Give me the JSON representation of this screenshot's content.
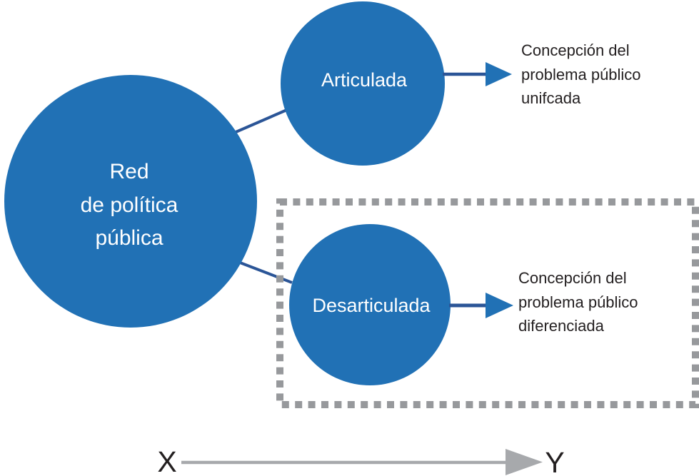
{
  "colors": {
    "node_fill": "#2171B5",
    "node_text": "#FFFFFF",
    "connector": "#2B5597",
    "arrow_head": "#2171B5",
    "dashed_border": "#97999C",
    "axis_gray": "#A7A9AC",
    "label_text": "#231F20"
  },
  "network_node": {
    "lines": [
      "Red",
      "de política",
      "pública"
    ]
  },
  "articulated_branch": {
    "node_label": "Articulada",
    "outcome": {
      "lines": [
        "Concepción del",
        "problema público",
        "unifcada"
      ]
    }
  },
  "disarticulated_branch": {
    "node_label": "Desarticulada",
    "outcome": {
      "lines": [
        "Concepción del",
        "problema público",
        "diferenciada"
      ]
    }
  },
  "axis": {
    "from_label": "X",
    "to_label": "Y"
  }
}
